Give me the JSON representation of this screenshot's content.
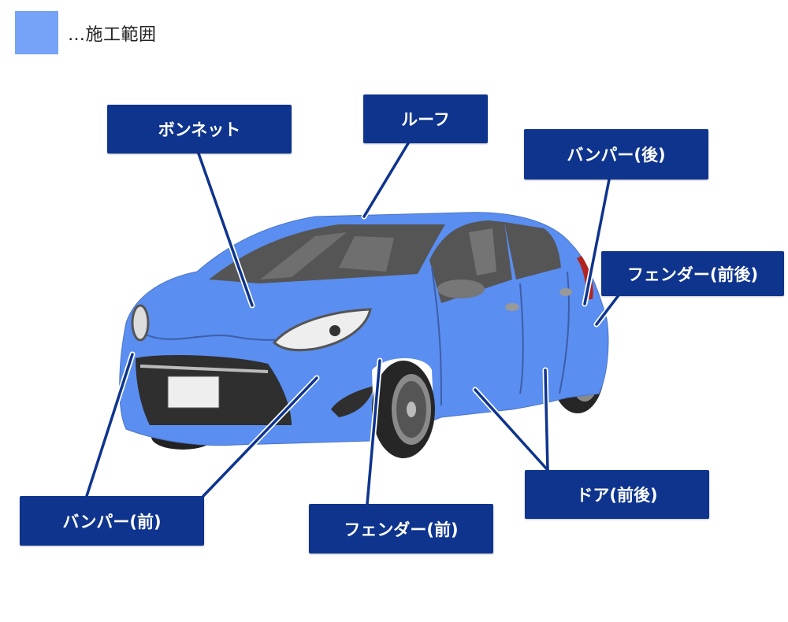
{
  "legend": {
    "swatch_color": "#76a2f7",
    "text": "…施工範囲"
  },
  "labels": {
    "bonnet": "ボンネット",
    "roof": "ルーフ",
    "bumper_rear": "バンパー(後)",
    "fender_front_rear": "フェンダー(前後)",
    "bumper_front": "バンパー(前)",
    "fender_front": "フェンダー(前)",
    "door_front_rear": "ドア(前後)"
  },
  "colors": {
    "label_bg": "#0e348e",
    "label_text": "#ffffff",
    "car_body": "#5a8ef0",
    "leader_line": "#0e348e"
  }
}
